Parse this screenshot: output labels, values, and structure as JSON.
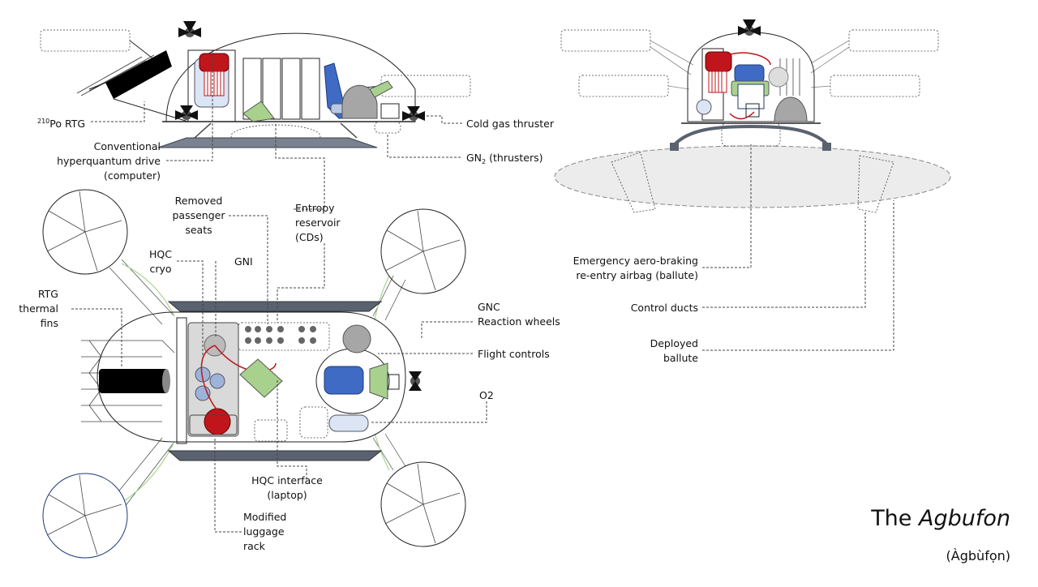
{
  "title": {
    "prefix": "The ",
    "name": "Agbufon",
    "subtitle": "(Àgbùfọn)"
  },
  "labels": {
    "rtg_sup": "210",
    "rtg_text": "Po RTG",
    "conventional_drive": [
      "Conventional",
      "hyperquantum drive",
      "(computer)"
    ],
    "cold_gas_thruster": "Cold gas thruster",
    "gn2_prefix": "GN",
    "gn2_sub": "2",
    "gn2_suffix": " (thrusters)",
    "removed_seats": [
      "Removed",
      "passenger",
      "seats"
    ],
    "entropy_reservoir": [
      "Entropy",
      "reservoir",
      "(CDs)"
    ],
    "hqc_cryo": [
      "HQC",
      "cryo"
    ],
    "gni": "GNI",
    "rtg_fins": [
      "RTG",
      "thermal",
      "fins"
    ],
    "gnc_wheels": [
      "GNC",
      "Reaction wheels"
    ],
    "flight_controls": "Flight controls",
    "o2": "O2",
    "hqc_interface": [
      "HQC interface",
      "(laptop)"
    ],
    "luggage_rack": [
      "Modified",
      "luggage",
      "rack"
    ],
    "ballute_airbag": [
      "Emergency aero-braking",
      "re-entry airbag (ballute)"
    ],
    "control_ducts": "Control ducts",
    "deployed_ballute": [
      "Deployed",
      "ballute"
    ]
  },
  "colors": {
    "rtg_red": "#c0161b",
    "laptop_green": "#a9d18e",
    "seat_blue": "#3f6bc4",
    "cryo_blue": "#b7c9e6",
    "dark_gray": "#a6a6a6",
    "skid": "#5a6270",
    "ballute": "#ececec"
  }
}
